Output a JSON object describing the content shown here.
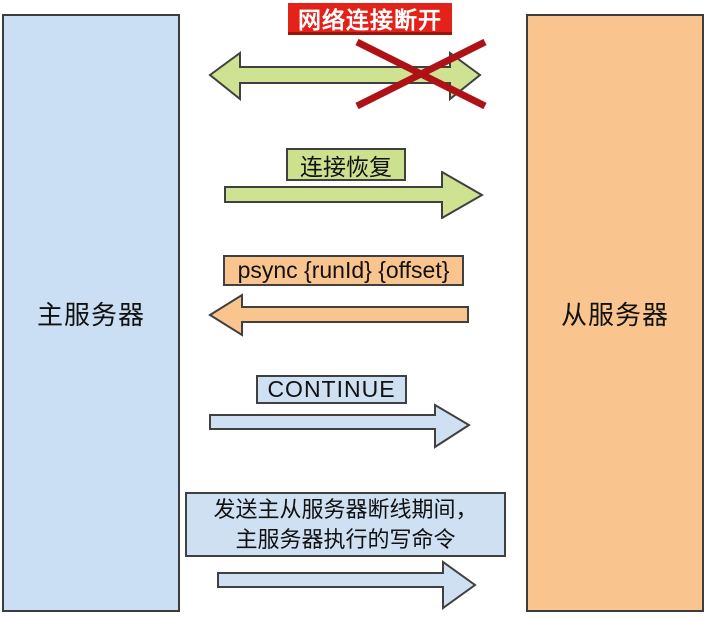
{
  "title": "网络连接断开",
  "nodes": {
    "master": "主服务器",
    "slave": "从服务器"
  },
  "labels": {
    "reconnect": "连接恢复",
    "psync": "psync {runId} {offset}",
    "continue": "CONTINUE",
    "send_line1": "发送主从服务器断线期间，",
    "send_line2": "主服务器执行的写命令"
  },
  "icons": {
    "broken_link": "cross-out-icon"
  },
  "colors": {
    "master_fill": "#cbdff4",
    "slave_fill": "#fac48e",
    "green": "#cfe291",
    "orange": "#fac48e",
    "blue": "#cfe0f2",
    "banner_red": "#e3221a",
    "cross_red": "#ae1116",
    "outline": "#404040"
  }
}
